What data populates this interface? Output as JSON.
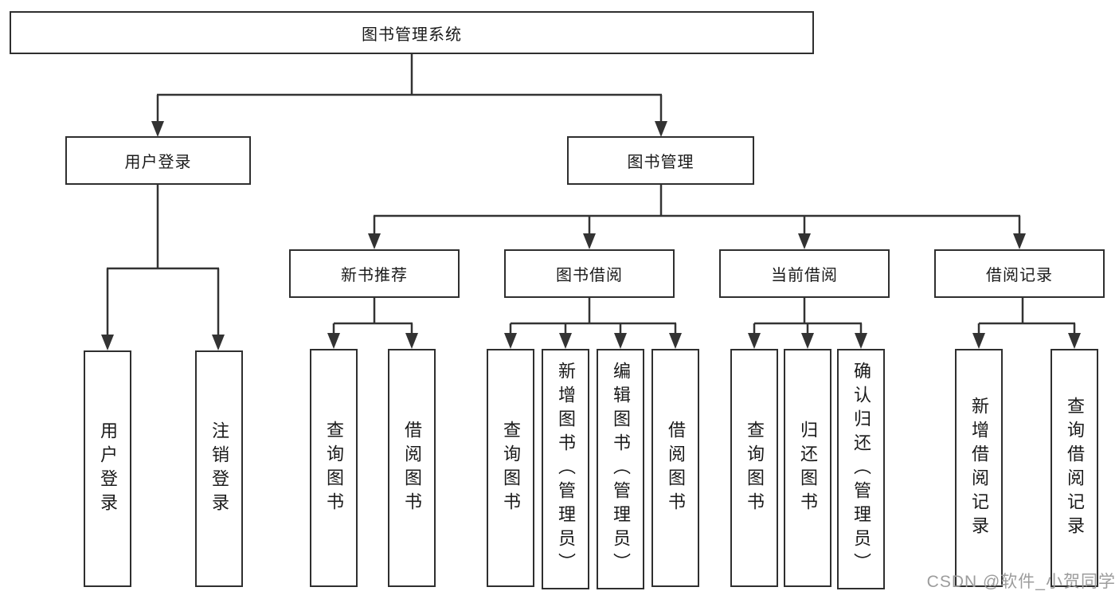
{
  "tree": {
    "label": "图书管理系统",
    "children": [
      {
        "label": "用户登录",
        "children": [
          {
            "label": "用户登录"
          },
          {
            "label": "注销登录"
          }
        ]
      },
      {
        "label": "图书管理",
        "children": [
          {
            "label": "新书推荐",
            "children": [
              {
                "label": "查询图书"
              },
              {
                "label": "借阅图书"
              }
            ]
          },
          {
            "label": "图书借阅",
            "children": [
              {
                "label": "查询图书"
              },
              {
                "label": "新增图书（管理员）"
              },
              {
                "label": "编辑图书（管理员）"
              },
              {
                "label": "借阅图书"
              }
            ]
          },
          {
            "label": "当前借阅",
            "children": [
              {
                "label": "查询图书"
              },
              {
                "label": "归还图书"
              },
              {
                "label": "确认归还（管理员）"
              }
            ]
          },
          {
            "label": "借阅记录",
            "children": [
              {
                "label": "新增借阅记录"
              },
              {
                "label": "查询借阅记录"
              }
            ]
          }
        ]
      }
    ]
  },
  "watermark": "CSDN @软件_小贺同学",
  "colors": {
    "line": "#333333",
    "box_border": "#2f2f2f",
    "text": "#1a1a1a",
    "background": "#ffffff",
    "watermark": "#9c9c9c"
  }
}
